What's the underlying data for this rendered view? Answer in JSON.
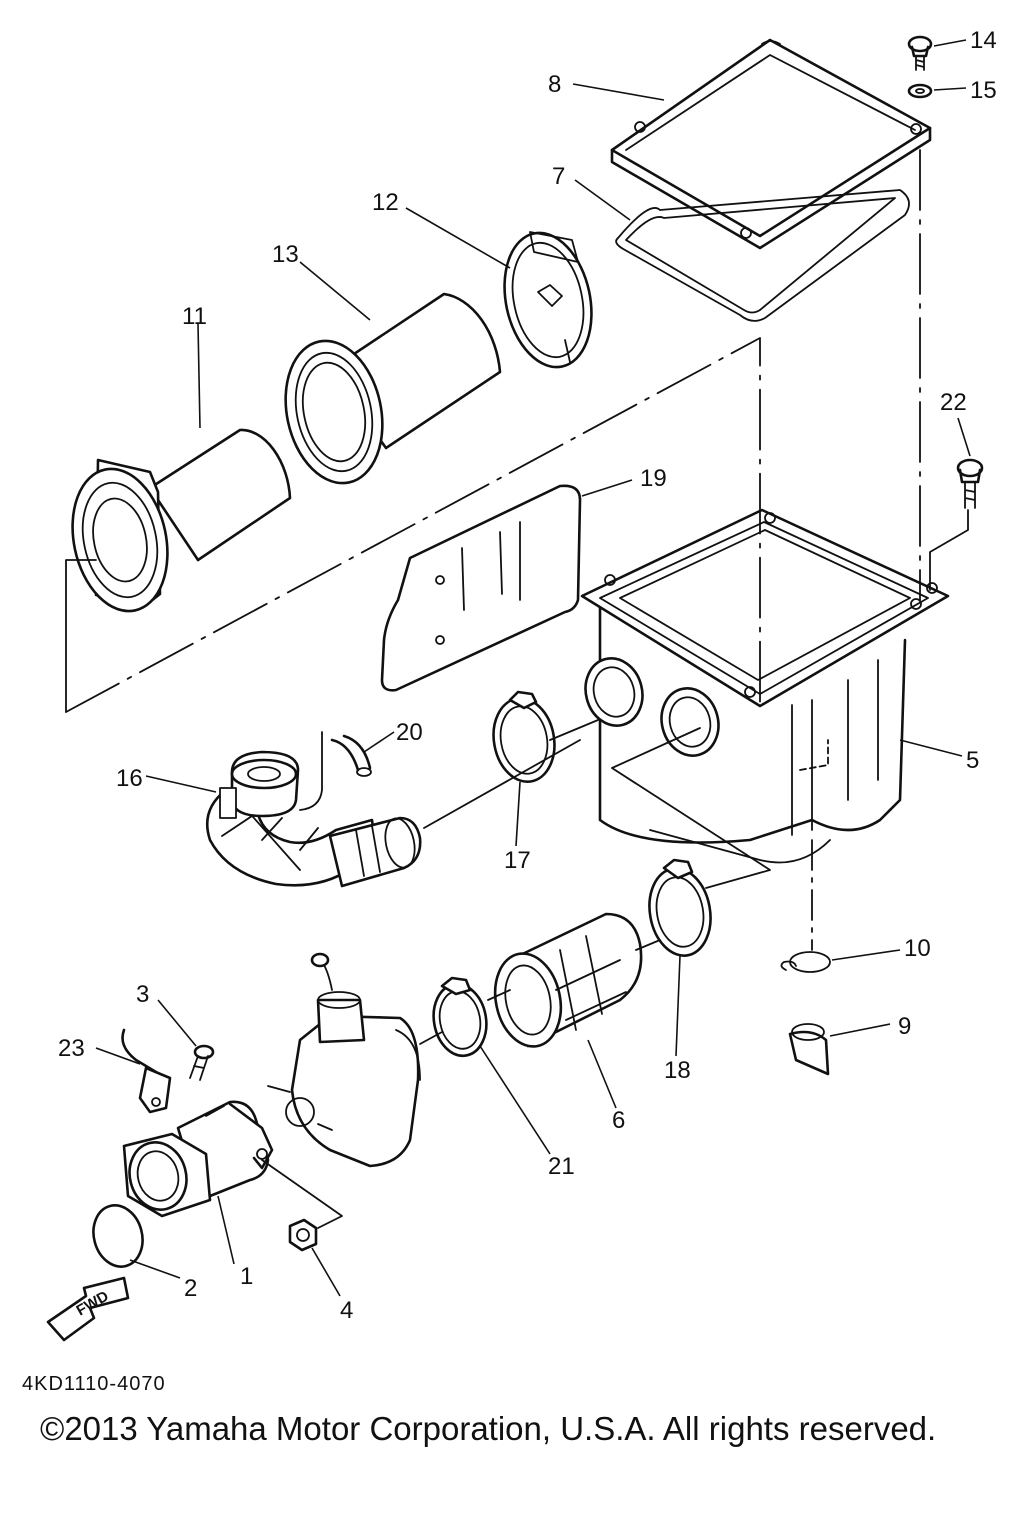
{
  "diagram": {
    "callouts": [
      "1",
      "2",
      "3",
      "4",
      "5",
      "6",
      "7",
      "8",
      "9",
      "10",
      "11",
      "12",
      "13",
      "14",
      "15",
      "16",
      "17",
      "18",
      "19",
      "20",
      "21",
      "22",
      "23"
    ],
    "fwd_label": "FWD",
    "drawing_code": "4KD1110-4070",
    "copyright": "©2013 Yamaha Motor Corporation, U.S.A. All rights reserved."
  }
}
